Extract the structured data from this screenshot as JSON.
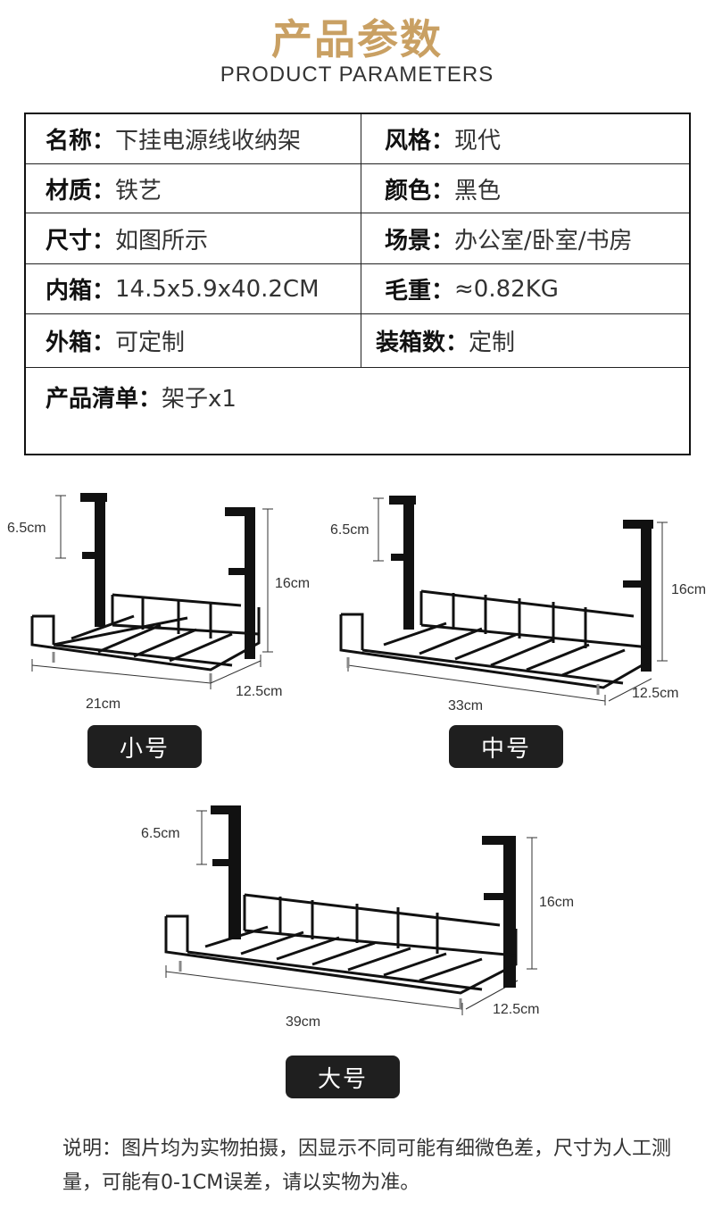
{
  "header": {
    "title_cn": "产品参数",
    "title_en": "PRODUCT PARAMETERS"
  },
  "params": {
    "name": {
      "key": "名称：",
      "value": "下挂电源线收纳架"
    },
    "style": {
      "key": "风格：",
      "value": "现代"
    },
    "material": {
      "key": "材质：",
      "value": "铁艺"
    },
    "color": {
      "key": "颜色：",
      "value": "黑色"
    },
    "size": {
      "key": "尺寸：",
      "value": "如图所示"
    },
    "scene": {
      "key": "场景：",
      "value": "办公室/卧室/书房"
    },
    "inner_box": {
      "key": "内箱：",
      "value": "14.5x5.9x40.2CM"
    },
    "gross_weight": {
      "key": "毛重：",
      "value": "≈0.82KG"
    },
    "outer_box": {
      "key": "外箱：",
      "value": "可定制"
    },
    "pack_qty": {
      "key": "装箱数：",
      "value": "定制"
    },
    "list": {
      "key": "产品清单：",
      "value": "架子x1"
    }
  },
  "products": {
    "small": {
      "label": "小号",
      "clamp": "6.5cm",
      "height": "16cm",
      "length": "21cm",
      "depth": "12.5cm"
    },
    "medium": {
      "label": "中号",
      "clamp": "6.5cm",
      "height": "16cm",
      "length": "33cm",
      "depth": "12.5cm"
    },
    "large": {
      "label": "大号",
      "clamp": "6.5cm",
      "height": "16cm",
      "length": "39cm",
      "depth": "12.5cm"
    }
  },
  "note": "说明：图片均为实物拍摄，因显示不同可能有细微色差，尺寸为人工测量，可能有0-1CM误差，请以实物为准。",
  "colors": {
    "title_gold": "#c9a063",
    "badge_bg": "#1f1f1f",
    "rack": "#111111"
  }
}
